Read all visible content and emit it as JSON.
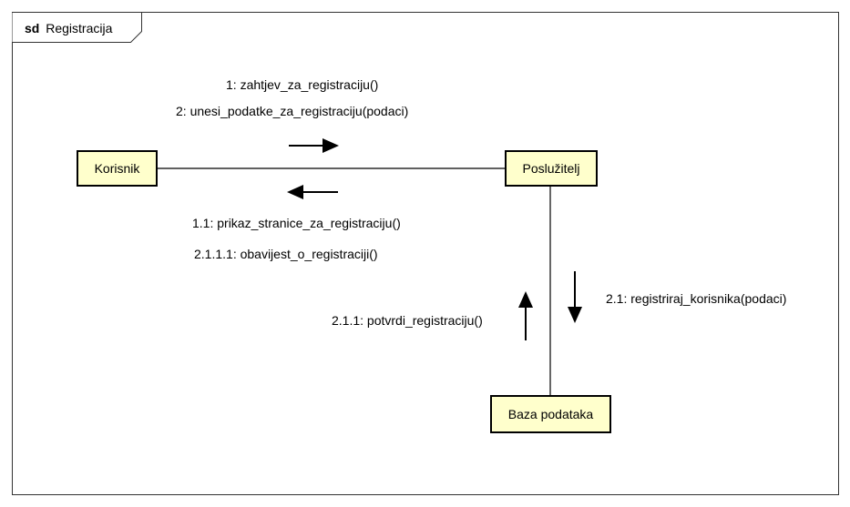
{
  "frame": {
    "keyword": "sd",
    "name": "Registracija"
  },
  "objects": {
    "korisnik": "Korisnik",
    "posluzitelj": "Poslužitelj",
    "baza": "Baza podataka"
  },
  "messages": {
    "m1": "1: zahtjev_za_registraciju()",
    "m2": "2: unesi_podatke_za_registraciju(podaci)",
    "m1_1": "1.1: prikaz_stranice_za_registraciju()",
    "m2_1_1_1": "2.1.1.1: obavijest_o_registraciji()",
    "m2_1": "2.1: registriraj_korisnika(podaci)",
    "m2_1_1": "2.1.1: potvrdi_registraciju()"
  },
  "colors": {
    "object_fill": "#FFFFCC",
    "stroke": "#000000",
    "frame_stroke": "#333333"
  }
}
